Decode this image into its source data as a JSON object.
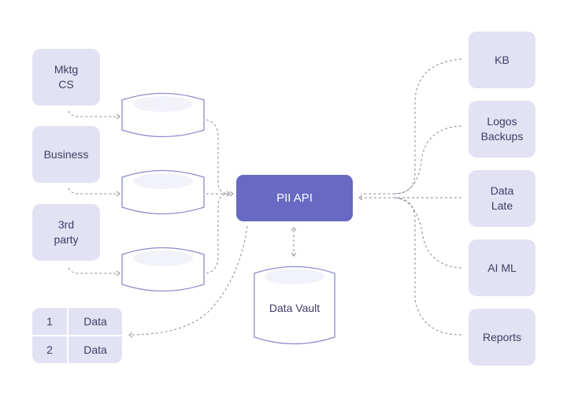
{
  "diagram": {
    "center": {
      "label": "PII API",
      "color": "#6769c3"
    },
    "vault": {
      "label": "Data Vault"
    },
    "sources": [
      {
        "label": "Mktg\nCS"
      },
      {
        "label": "Business"
      },
      {
        "label": "3rd\nparty"
      }
    ],
    "source_databases": 3,
    "output_table": {
      "rows": [
        {
          "index": "1",
          "value": "Data"
        },
        {
          "index": "2",
          "value": "Data"
        }
      ]
    },
    "consumers": [
      {
        "label": "KB"
      },
      {
        "label": "Logos\nBackups"
      },
      {
        "label": "Data\nLate"
      },
      {
        "label": "AI ML"
      },
      {
        "label": "Reports"
      }
    ],
    "colors": {
      "box_fill": "#e2e2f4",
      "cylinder_stroke": "#8d8ccc",
      "cylinder_highlight": "#f2f2f9",
      "connector": "#8a8a96",
      "text": "#3f3d66"
    }
  }
}
